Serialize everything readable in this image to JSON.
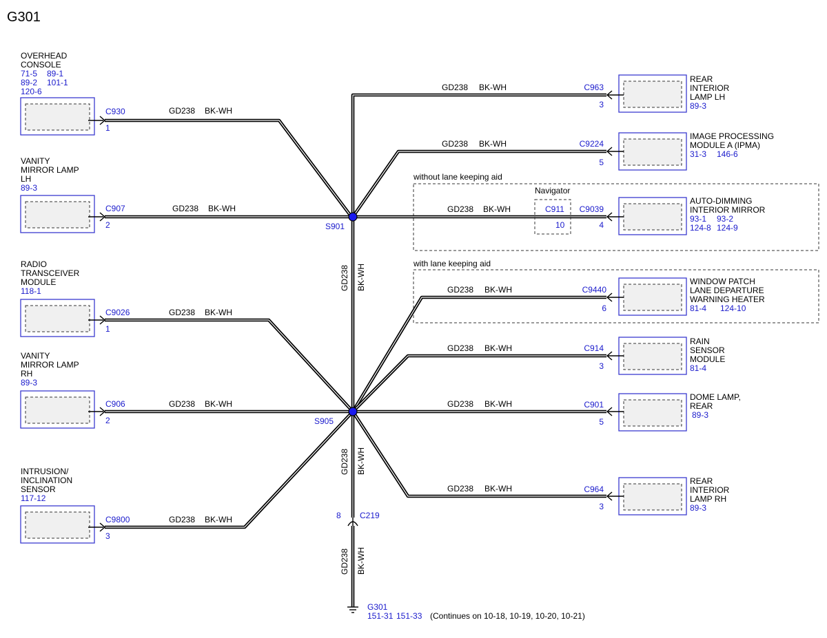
{
  "title": "G301",
  "wire": {
    "circuit": "GD238",
    "color": "BK-WH"
  },
  "splices": {
    "s901": "S901",
    "s905": "S905"
  },
  "groups": {
    "without_lka": "without lane keeping aid",
    "with_lka": "with lane keeping aid",
    "navigator": "Navigator",
    "navigator_connector": "C911",
    "navigator_pin": "10"
  },
  "components": {
    "overhead_console": {
      "name": [
        "OVERHEAD",
        "CONSOLE"
      ],
      "refs": [
        "71-5",
        "89-1",
        "89-2",
        "101-1",
        "120-6"
      ],
      "connector": "C930",
      "pin": "1"
    },
    "vanity_lh": {
      "name": [
        "VANITY",
        "MIRROR LAMP",
        "LH"
      ],
      "refs": [
        "89-3"
      ],
      "connector": "C907",
      "pin": "2"
    },
    "radio": {
      "name": [
        "RADIO",
        "TRANSCEIVER",
        "MODULE"
      ],
      "refs": [
        "118-1"
      ],
      "connector": "C9026",
      "pin": "1"
    },
    "vanity_rh": {
      "name": [
        "VANITY",
        "MIRROR LAMP",
        "RH"
      ],
      "refs": [
        "89-3"
      ],
      "connector": "C906",
      "pin": "2"
    },
    "intrusion": {
      "name": [
        "INTRUSION/",
        "INCLINATION",
        "SENSOR"
      ],
      "refs": [
        "117-12"
      ],
      "connector": "C9800",
      "pin": "3"
    },
    "rear_lamp_lh": {
      "name": [
        "REAR",
        "INTERIOR",
        "LAMP LH"
      ],
      "refs": [
        "89-3"
      ],
      "connector": "C963",
      "pin": "3"
    },
    "ipma": {
      "name": [
        "IMAGE PROCESSING",
        "MODULE A (IPMA)"
      ],
      "refs": [
        "31-3",
        "146-6"
      ],
      "connector": "C9224",
      "pin": "5"
    },
    "auto_dim": {
      "name": [
        "AUTO-DIMMING",
        "INTERIOR MIRROR"
      ],
      "refs": [
        "93-1",
        "93-2",
        "124-8",
        "124-9"
      ],
      "connector": "C9039",
      "pin": "4"
    },
    "window_patch": {
      "name": [
        "WINDOW PATCH",
        "LANE DEPARTURE",
        "WARNING HEATER"
      ],
      "refs": [
        "81-4",
        "124-10"
      ],
      "connector": "C9440",
      "pin": "6"
    },
    "rain_sensor": {
      "name": [
        "RAIN",
        "SENSOR",
        "MODULE"
      ],
      "refs": [
        "81-4"
      ],
      "connector": "C914",
      "pin": "3"
    },
    "dome_lamp": {
      "name": [
        "DOME LAMP,",
        "REAR"
      ],
      "refs": [
        "89-3"
      ],
      "connector": "C901",
      "pin": "5"
    },
    "rear_lamp_rh": {
      "name": [
        "REAR",
        "INTERIOR",
        "LAMP RH"
      ],
      "refs": [
        "89-3"
      ],
      "connector": "C964",
      "pin": "3"
    }
  },
  "inline_connector": {
    "connector": "C219",
    "pin": "8"
  },
  "ground": {
    "name": "G301",
    "refs": [
      "151-31",
      "151-33"
    ],
    "note": "(Continues on 10-18, 10-19, 10-20, 10-21)"
  }
}
